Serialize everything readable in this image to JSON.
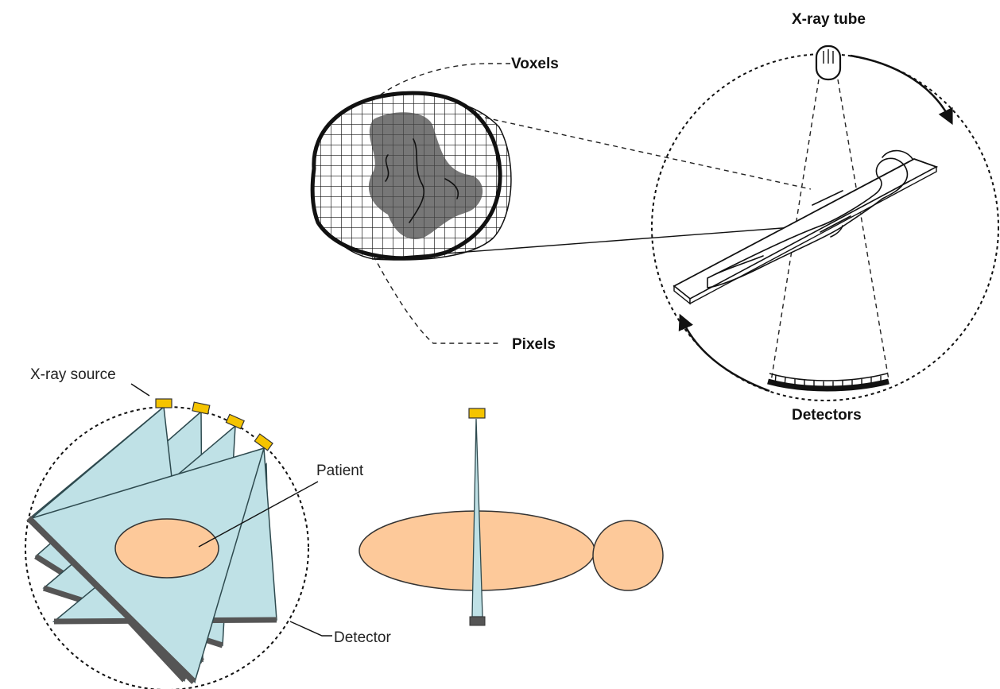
{
  "labels": {
    "voxels": "Voxels",
    "pixels": "Pixels",
    "xray_tube": "X-ray tube",
    "detectors": "Detectors",
    "xray_source": "X-ray source",
    "patient": "Patient",
    "detector": "Detector"
  },
  "colors": {
    "beam_fill": "#bfe1e6",
    "beam_edge": "#2e4a4f",
    "detector_bar": "#555555",
    "source_fill": "#f5c400",
    "patient_fill": "#fdc99a",
    "line": "#111111"
  },
  "icons": {
    "xray_tube": "xray-tube-icon",
    "xray_source": "xray-source-icon",
    "patient": "patient-ellipse-icon",
    "detector": "detector-bar-icon"
  }
}
